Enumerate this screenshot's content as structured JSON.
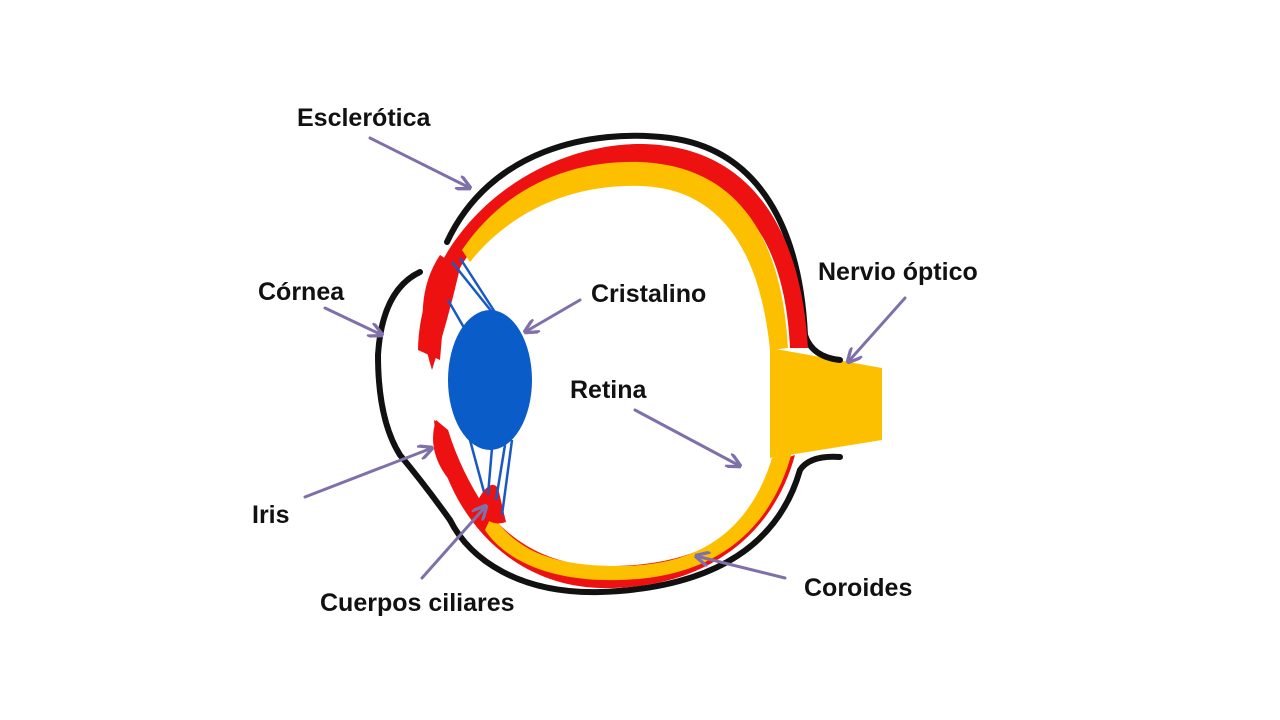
{
  "diagram": {
    "labels": {
      "sclera": "Esclerótica",
      "cornea": "Córnea",
      "lens": "Cristalino",
      "optic_nerve": "Nervio óptico",
      "retina": "Retina",
      "iris": "Iris",
      "ciliary_bodies": "Cuerpos ciliares",
      "choroid": "Coroides"
    },
    "colors": {
      "background": "#ffffff",
      "outline": "#111111",
      "choroid_red": "#ee1111",
      "retina_yellow": "#fcc000",
      "lens_blue": "#0a5cc8",
      "fibers_blue": "#1a58c4",
      "arrow_purple": "#8070aa",
      "label_text": "#111111"
    }
  }
}
